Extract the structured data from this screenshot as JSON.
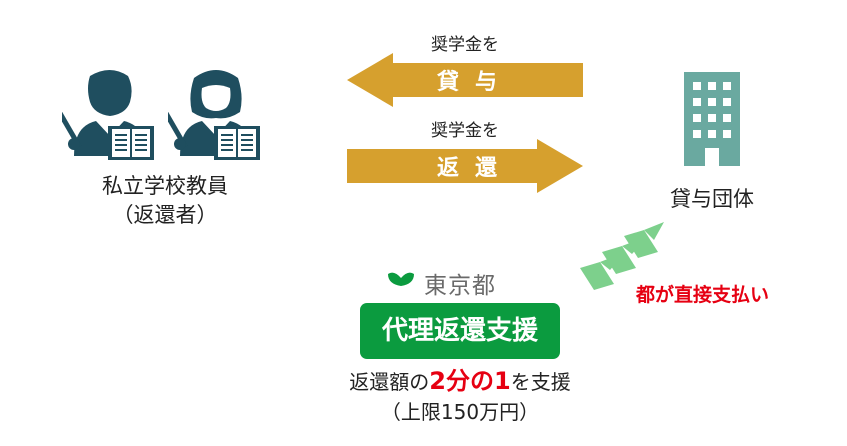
{
  "arrow_loan": {
    "small_label": "奨学金を",
    "big_label": "貸与",
    "direction": "left",
    "color": "#d6a02e"
  },
  "arrow_repay": {
    "small_label": "奨学金を",
    "big_label": "返還",
    "direction": "right",
    "color": "#d6a02e"
  },
  "teachers": {
    "label_line1": "私立学校教員",
    "label_line2": "（返還者）",
    "icon": "teacher-icon",
    "color": "#1f4e5f"
  },
  "lender": {
    "label": "貸与団体",
    "icon": "building-icon",
    "color": "#6aa9a0"
  },
  "tokyo": {
    "name": "東京都",
    "icon": "ginkgo-leaf-icon",
    "icon_color": "#0b9b3f"
  },
  "program": {
    "label": "代理返還支援",
    "color": "#0b9b3f"
  },
  "direct_payment": {
    "label": "都が直接支払い",
    "icon": "chevron-up-right-icon",
    "color": "#7dd08c"
  },
  "support": {
    "prefix": "返還額の",
    "highlight": "2分の1",
    "suffix": "を支援",
    "limit": "（上限150万円）"
  }
}
